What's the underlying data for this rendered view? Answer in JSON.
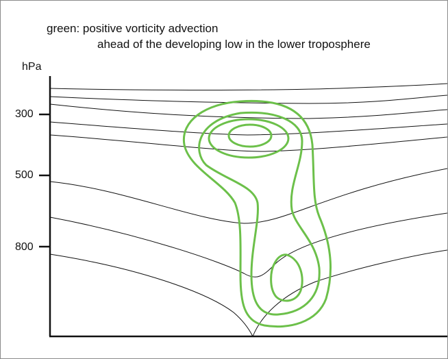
{
  "annotation": {
    "line1": "green: positive vorticity advection",
    "line2": "ahead of the developing low in the lower troposphere"
  },
  "axis": {
    "unit": "hPa",
    "ticks": [
      "300",
      "500",
      "800"
    ]
  },
  "colors": {
    "contour": "#6cc04a",
    "lines": "#111111"
  }
}
